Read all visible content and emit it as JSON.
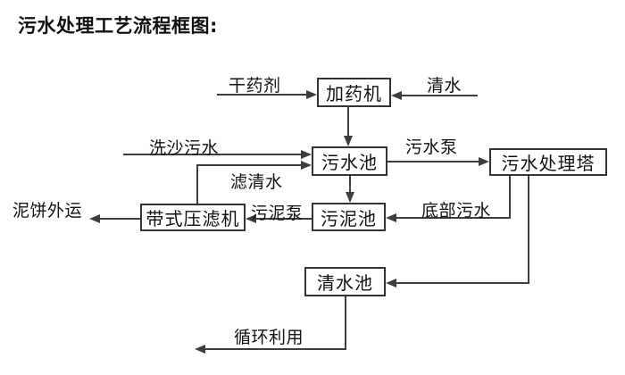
{
  "title": "污水处理工艺流程框图:",
  "nodes": {
    "dosing_machine": "加药机",
    "sewage_pool": "污水池",
    "treatment_tower": "污水处理塔",
    "sludge_pool": "污泥池",
    "belt_filter_press": "带式压滤机",
    "clear_water_pool": "清水池"
  },
  "flow_labels": {
    "dry_agent": "干药剂",
    "clear_water": "清水",
    "sand_wash_sewage": "洗沙污水",
    "sewage_pump": "污水泵",
    "filtered_water": "滤清水",
    "sludge_pump": "污泥泵",
    "bottom_sewage": "底部污水",
    "mud_cake_out": "泥饼外运",
    "recycle_use": "循环利用"
  },
  "connections": [
    "干药剂 → 加药机",
    "清水 → 加药机",
    "加药机 → 污水池",
    "洗沙污水 → 污水池",
    "带式压滤机 →(滤清水)→ 污水池",
    "污水池 →(污水泵)→ 污水处理塔",
    "污水池 → 污泥池",
    "污水处理塔 →(底部污水)→ 污泥池",
    "污泥池 →(污泥泵)→ 带式压滤机",
    "带式压滤机 → 泥饼外运",
    "污水处理塔 → 清水池",
    "清水池 → 循环利用"
  ],
  "colors": {
    "line": "#3d3d3d",
    "box_border": "#333333",
    "text": "#111111",
    "background": "#ffffff"
  }
}
